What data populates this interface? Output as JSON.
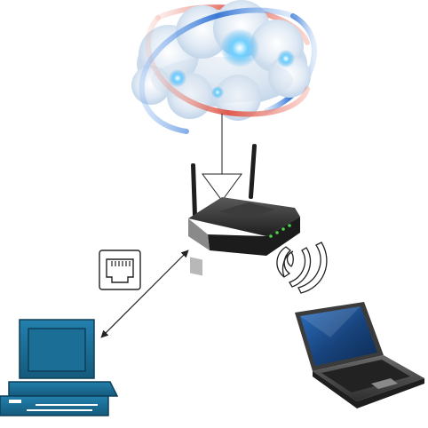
{
  "diagram": {
    "nodes": [
      {
        "id": "internet",
        "icon": "cloud-globe-icon"
      },
      {
        "id": "router",
        "icon": "wireless-router-icon"
      },
      {
        "id": "desktop",
        "icon": "desktop-computer-icon"
      },
      {
        "id": "laptop",
        "icon": "laptop-icon"
      }
    ],
    "connections": [
      {
        "from": "internet",
        "to": "router",
        "kind": "uplink",
        "icon": "antenna-triangle-icon"
      },
      {
        "from": "router",
        "to": "desktop",
        "kind": "wired",
        "icon": "ethernet-port-icon",
        "bidirectional": true
      },
      {
        "from": "router",
        "to": "laptop",
        "kind": "wireless",
        "icon": "wifi-waves-icon"
      }
    ]
  },
  "colors": {
    "cloud_light": "#eef4fb",
    "cloud_mid": "#b9cfe6",
    "orbit_red": "#e05a4e",
    "orbit_blue": "#3a78d6",
    "glow": "#37a7ea",
    "router_dark": "#2a2a2a",
    "router_gray": "#8a8a8a",
    "router_led": "#4bd24b",
    "desktop_blue": "#1b6e96",
    "laptop_screen": "#1f4f8e",
    "laptop_body": "#4a4a4a",
    "line": "#222222"
  }
}
